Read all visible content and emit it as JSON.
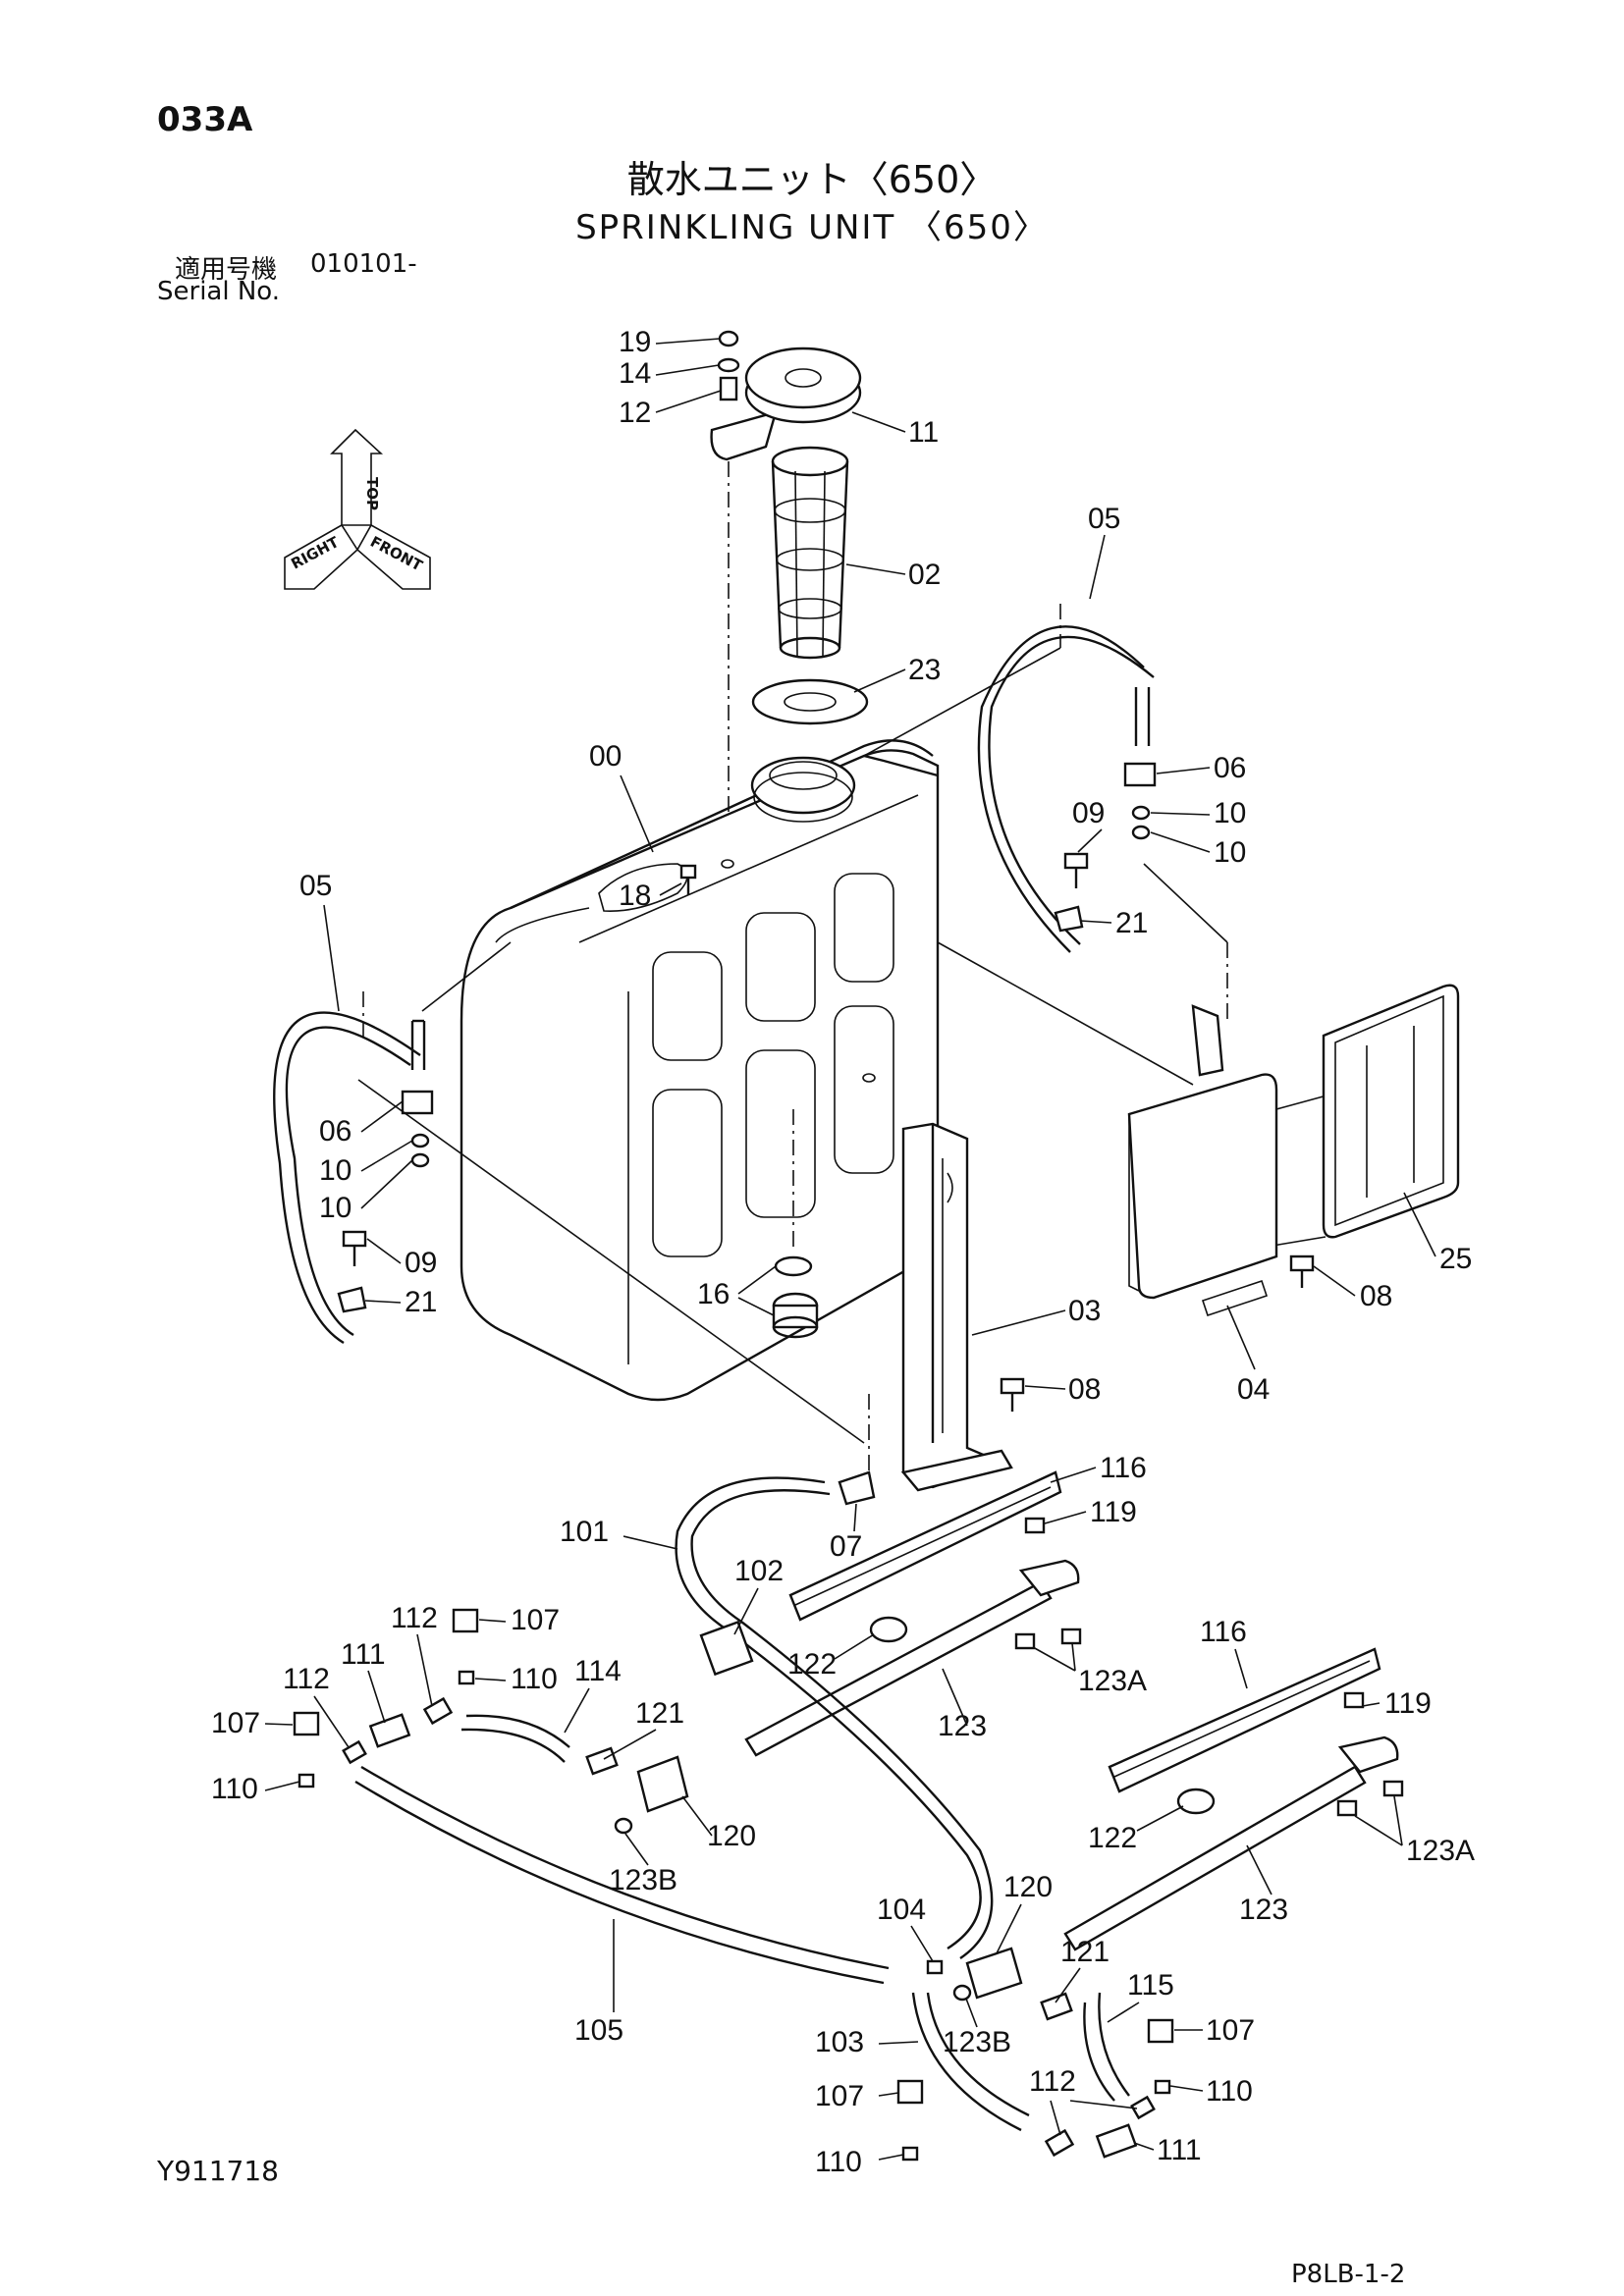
{
  "header": {
    "page_code": "033A",
    "title_jp": "散水ユニット〈650〉",
    "title_en": "SPRINKLING UNIT 〈650〉",
    "serial_label_jp": "適用号機",
    "serial_value": "010101-",
    "serial_label_en": "Serial No."
  },
  "orientation": {
    "top": "TOP",
    "right": "RIGHT",
    "front": "FRONT"
  },
  "callouts": [
    "19",
    "14",
    "12",
    "11",
    "02",
    "05",
    "23",
    "00",
    "06",
    "09",
    "10",
    "10",
    "21",
    "18",
    "05",
    "06",
    "10",
    "10",
    "09",
    "21",
    "25",
    "16",
    "03",
    "08",
    "04",
    "08",
    "116",
    "119",
    "101",
    "07",
    "102",
    "107",
    "112",
    "111",
    "112",
    "110",
    "114",
    "121",
    "107",
    "110",
    "122",
    "123A",
    "123",
    "116",
    "119",
    "122",
    "123A",
    "120",
    "123B",
    "105",
    "123",
    "120",
    "104",
    "121",
    "115",
    "107",
    "103",
    "123B",
    "110",
    "107",
    "112",
    "111",
    "110"
  ],
  "footer": {
    "drawing_no": "Y911718",
    "figure_code": "P8LB-1-2"
  }
}
